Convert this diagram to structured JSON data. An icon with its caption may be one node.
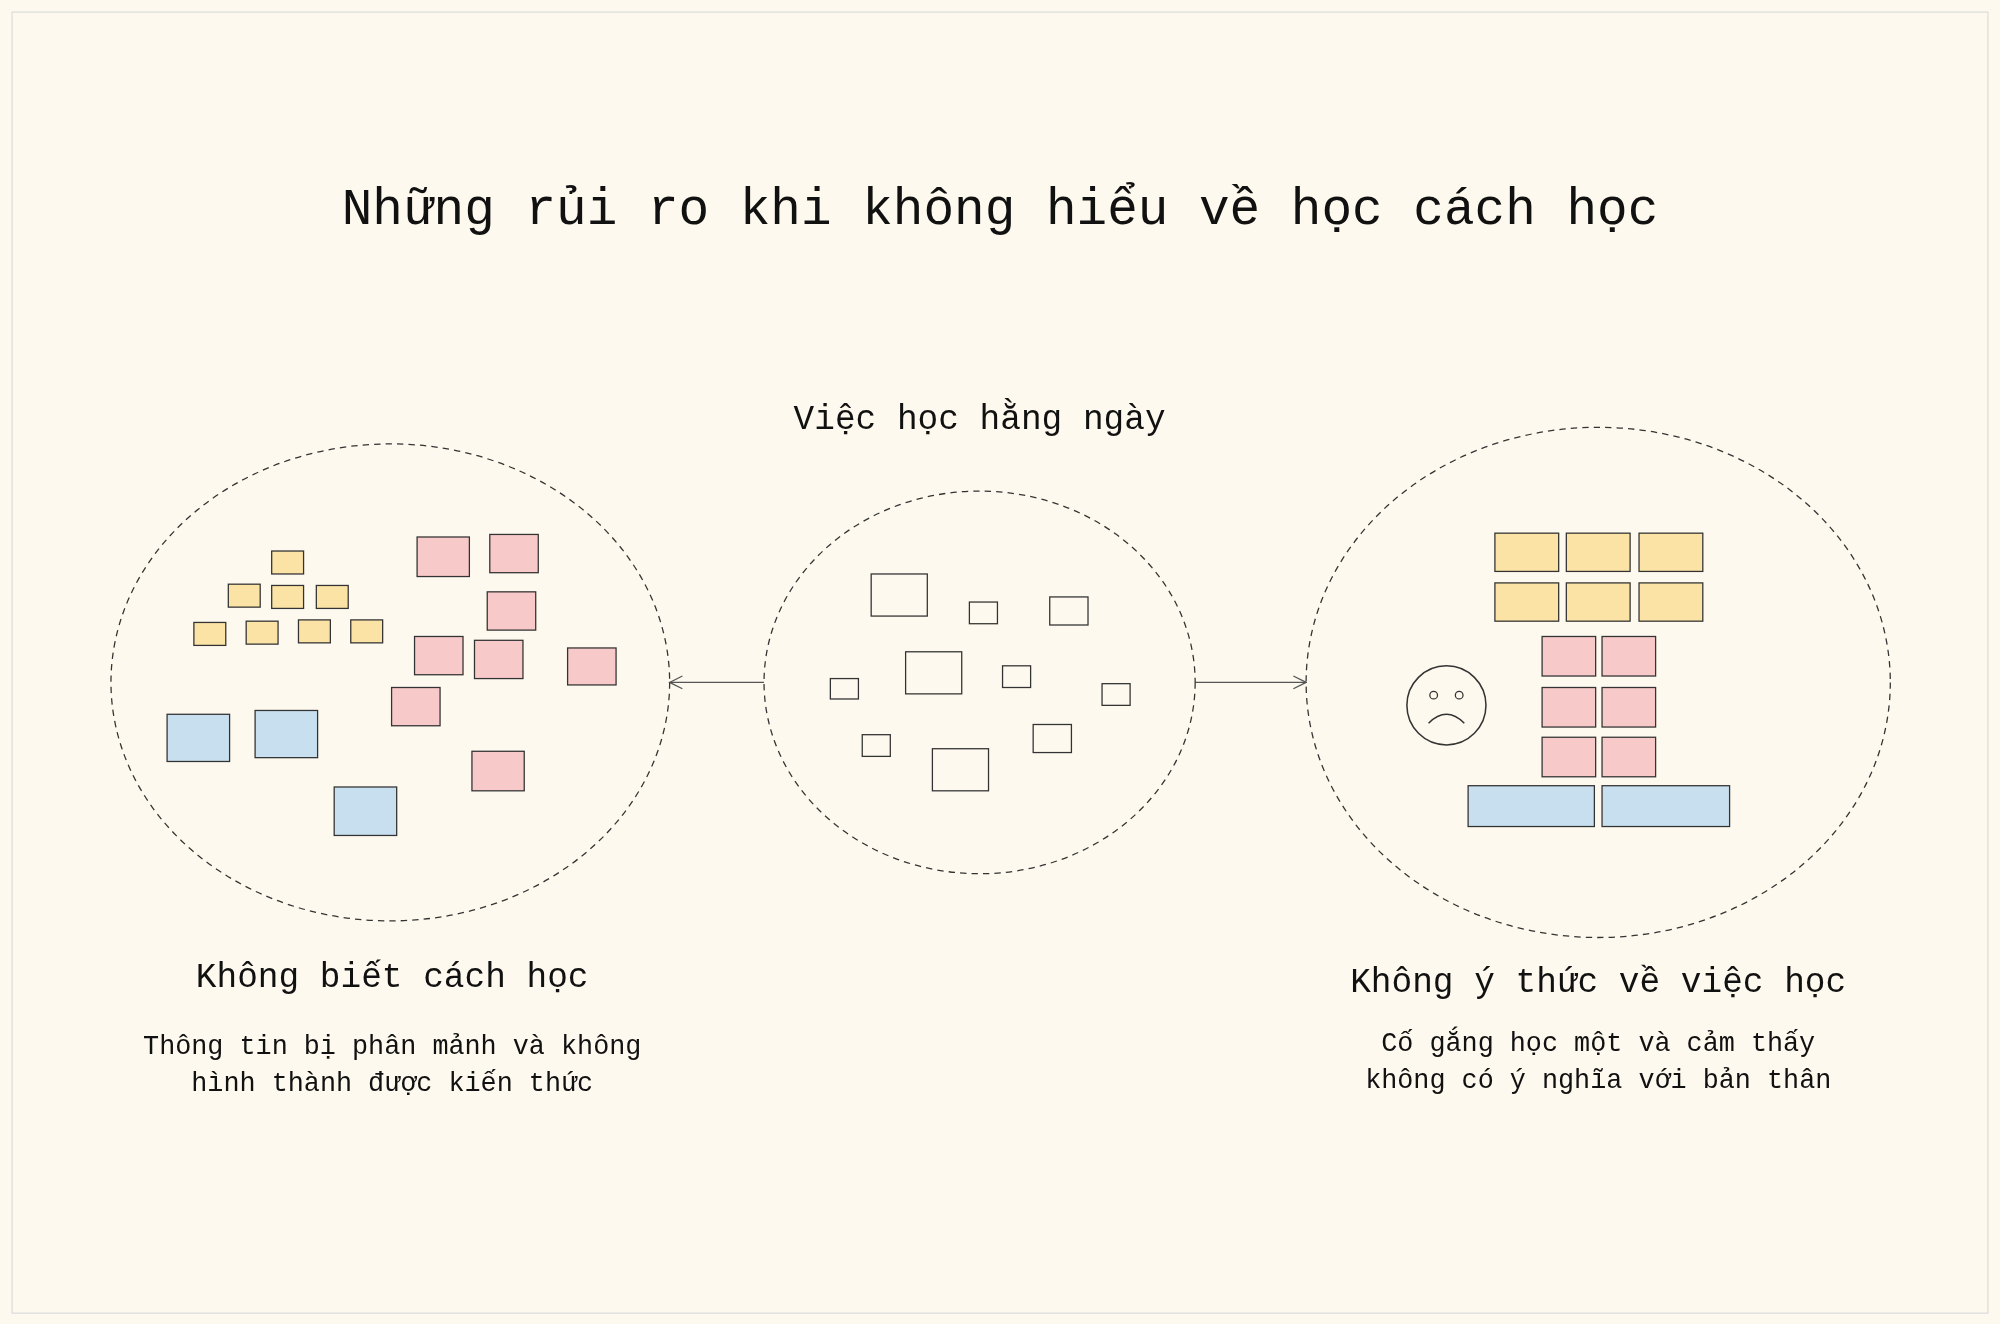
{
  "diagram": {
    "title": "Những rủi ro khi không hiểu về học cách học",
    "nodes": [
      {
        "text": [
          "Không biết cách học",
          "Thông tin bị phân mảnh và không hình thành được kiến thức"
        ]
      },
      {
        "text": [
          "Việc học hằng ngày"
        ]
      },
      {
        "text": [
          "Không ý thức về việc học",
          "Cố gắng học một và cảm thấy không có ý nghĩa với bản thân"
        ]
      }
    ],
    "edges": [
      {
        "from": 1,
        "to": 0,
        "arrow": "to"
      },
      {
        "from": 1,
        "to": 2,
        "arrow": "to"
      }
    ]
  }
}
